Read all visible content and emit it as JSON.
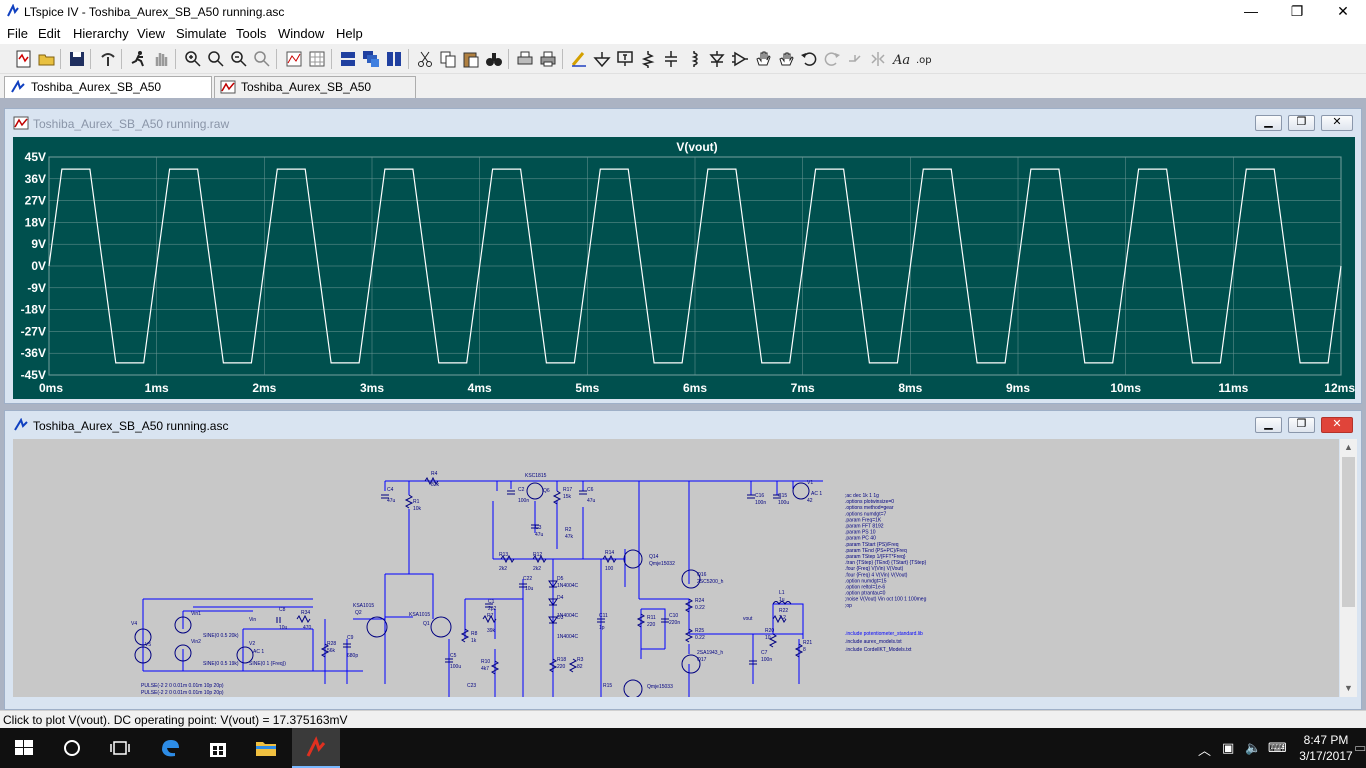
{
  "window": {
    "title": "LTspice IV - Toshiba_Aurex_SB_A50 running.asc",
    "minimize": "—",
    "maximize": "❐",
    "close": "✕"
  },
  "menu": [
    "File",
    "Edit",
    "Hierarchy",
    "View",
    "Simulate",
    "Tools",
    "Window",
    "Help"
  ],
  "tabs": [
    {
      "label": "Toshiba_Aurex_SB_A50 running.asc",
      "active": true
    },
    {
      "label": "Toshiba_Aurex_SB_A50 running.raw",
      "active": false
    }
  ],
  "waveform_window": {
    "title": "Toshiba_Aurex_SB_A50 running.raw",
    "trace_label": "V(vout)"
  },
  "schematic_window": {
    "title": "Toshiba_Aurex_SB_A50 running.asc",
    "labels": {
      "r4": "R4",
      "r4v": "82k",
      "ksc1815": "KSC1815",
      "c4": "C4",
      "c4v": "47u",
      "r1": "R1",
      "r1v": "10k",
      "c2": "C2",
      "c2v": "100n",
      "q6": "Q6",
      "r17": "R17",
      "r17v": "15k",
      "c6": "C6",
      "c6v": "47u",
      "c3": "C3",
      "c3v": "47u",
      "r2": "R2",
      "r2v": "47k",
      "c16": "C16",
      "c16v": "100n",
      "c15": "C15",
      "c15v": "100u",
      "v1": "V1",
      "v1ac": "AC 1",
      "v1v": "42",
      "r13": "R13",
      "r13v": "2k2",
      "r12": "R12",
      "r12v": "2k2",
      "r14": "R14",
      "r14v": "100",
      "q14": "Q14",
      "q14v": "Qmje15032",
      "q16": "Q16",
      "q16v": "2SC5200_h",
      "d5": "D5",
      "d5v": "1N4004C",
      "d4": "D4",
      "d4v": "1N4004C",
      "d3": "D3",
      "d3v": "1N4004C",
      "c22": "C22",
      "c22v": "10u",
      "c1": "C1",
      "c1v": "2p2",
      "ksa1015a": "KSA1015",
      "q2": "Q2",
      "ksa1015b": "KSA1015",
      "q1": "Q1",
      "r7": "R7",
      "r7v": "39k",
      "r8": "R8",
      "r8v": "1k",
      "c11": "C11",
      "c11v": "1p",
      "r11": "R11",
      "r11v": "220",
      "c10": "C10",
      "c10v": "220n",
      "r24": "R24",
      "r24v": "0.22",
      "r25": "R25",
      "r25v": "0.22",
      "q17": "Q17",
      "q17v": "2SA1943_h",
      "l1": "L1",
      "l1v": "1u",
      "r22": "R22",
      "r22v": "2.2",
      "vout": "vout",
      "r20": "R20",
      "r20v": "10",
      "c7": "C7",
      "c7v": "100n",
      "r21": "R21",
      "r21v": "8",
      "v4": "V4",
      "v5": "V5",
      "vin1": "Vin1",
      "vin1s": "SINE(0 0.5 20k)",
      "vin2": "Vin2",
      "vin2s": "SINE(0 0.5 19k)",
      "vin": "Vin",
      "v2": "V2",
      "v2ac": "AC 1",
      "v2s": "SINE(0 1 {Freq})",
      "c8": "C8",
      "c8v": "10u",
      "r34": "R34",
      "r34v": "470",
      "c9": "C9",
      "c9v": "680p",
      "r28": "R28",
      "r28v": "56k",
      "c5": "C5",
      "c5v": "100u",
      "r10": "R10",
      "r10v": "4k7",
      "r18": "R18",
      "r18v": "220",
      "r3": "R3",
      "r3v": "82",
      "c23": "C23",
      "r15": "R15",
      "qmje15033": "Qmje15033",
      "pulse1": "PULSE(-2 2 0 0.01m 0.01m 10p 20p)",
      "pulse2": "PULSE(-2 2 0 0.01m 0.01m 10p 20p)"
    },
    "directives": [
      ";ac dec 1k 1 1g",
      ".options plotwinsize=0",
      ".options method=gear",
      ".options numdgt=7",
      ".param Freq=1K",
      ".param FFT 8192",
      ".param PS 10",
      ".param PC 40",
      ".param TStart {PS}/Freq",
      ".param TEnd {PS+PC}/Freq",
      ".param TStep 1/{FFT*Freq}",
      ".tran {TStep} {TEnd} {TStart} {TStep}",
      ".four {Freq} V(Vin) V(Vout)",
      ".four {Freq} 4 V(Vin) V(Vout)",
      ".option numdgt=15",
      ".option reltol=1e-6",
      ".option ptrantau=0",
      ";noise V(Vout) Vin oct 100 1 100meg",
      ";op"
    ],
    "includes": [
      ".include potentiometer_standard.lib",
      ".include aurex_models.txt",
      ".include CordellKT_Models.txt"
    ]
  },
  "status_text": "Click to plot V(vout).  DC operating point: V(vout) = 17.375163mV",
  "taskbar": {
    "time": "8:47 PM",
    "date": "3/17/2017"
  },
  "colors": {
    "plot_background": "#00504e",
    "trace": "#ffffff",
    "schematic_background": "#c8c8c8",
    "wire": "#0000ff",
    "component": "#000080"
  },
  "chart_data": {
    "type": "line",
    "title": "V(vout)",
    "xlabel": "",
    "ylabel": "",
    "xlim": [
      0,
      12
    ],
    "ylim": [
      -45,
      45
    ],
    "x_unit": "ms",
    "y_unit": "V",
    "x_ticks": [
      "0ms",
      "1ms",
      "2ms",
      "3ms",
      "4ms",
      "5ms",
      "6ms",
      "7ms",
      "8ms",
      "9ms",
      "10ms",
      "11ms",
      "12ms"
    ],
    "y_ticks": [
      "45V",
      "36V",
      "27V",
      "18V",
      "9V",
      "0V",
      "-9V",
      "-18V",
      "-27V",
      "-36V",
      "-45V"
    ],
    "grid": true,
    "series": [
      {
        "name": "V(vout)",
        "frequency_khz": 1,
        "clip_high_v": 40,
        "clip_low_v": -40,
        "slope_time_ms": 0.12,
        "x_ms": [
          0,
          0.12,
          0.38,
          0.62,
          0.88,
          1.12,
          1.38,
          1.62,
          1.88,
          2.12,
          2.38,
          2.62,
          2.88,
          3.12,
          3.38,
          3.62,
          3.88,
          4.12,
          4.38,
          4.62,
          4.88,
          5.12,
          5.38,
          5.62,
          5.88,
          6.12,
          6.38,
          6.62,
          6.88,
          7.12,
          7.38,
          7.62,
          7.88,
          8.12,
          8.38,
          8.62,
          8.88,
          9.12,
          9.38,
          9.62,
          9.88,
          10.12,
          10.38,
          10.62,
          10.88,
          11.12,
          11.38,
          11.62,
          11.88,
          12
        ],
        "y_v": [
          0,
          40,
          40,
          -40,
          -40,
          40,
          40,
          -40,
          -40,
          40,
          40,
          -40,
          -40,
          40,
          40,
          -40,
          -40,
          40,
          40,
          -40,
          -40,
          40,
          40,
          -40,
          -40,
          40,
          40,
          -40,
          -40,
          40,
          40,
          -40,
          -40,
          40,
          40,
          -40,
          -40,
          40,
          40,
          -40,
          -40,
          40,
          40,
          -40,
          -40,
          40,
          40,
          -40,
          -40,
          0
        ]
      }
    ]
  }
}
